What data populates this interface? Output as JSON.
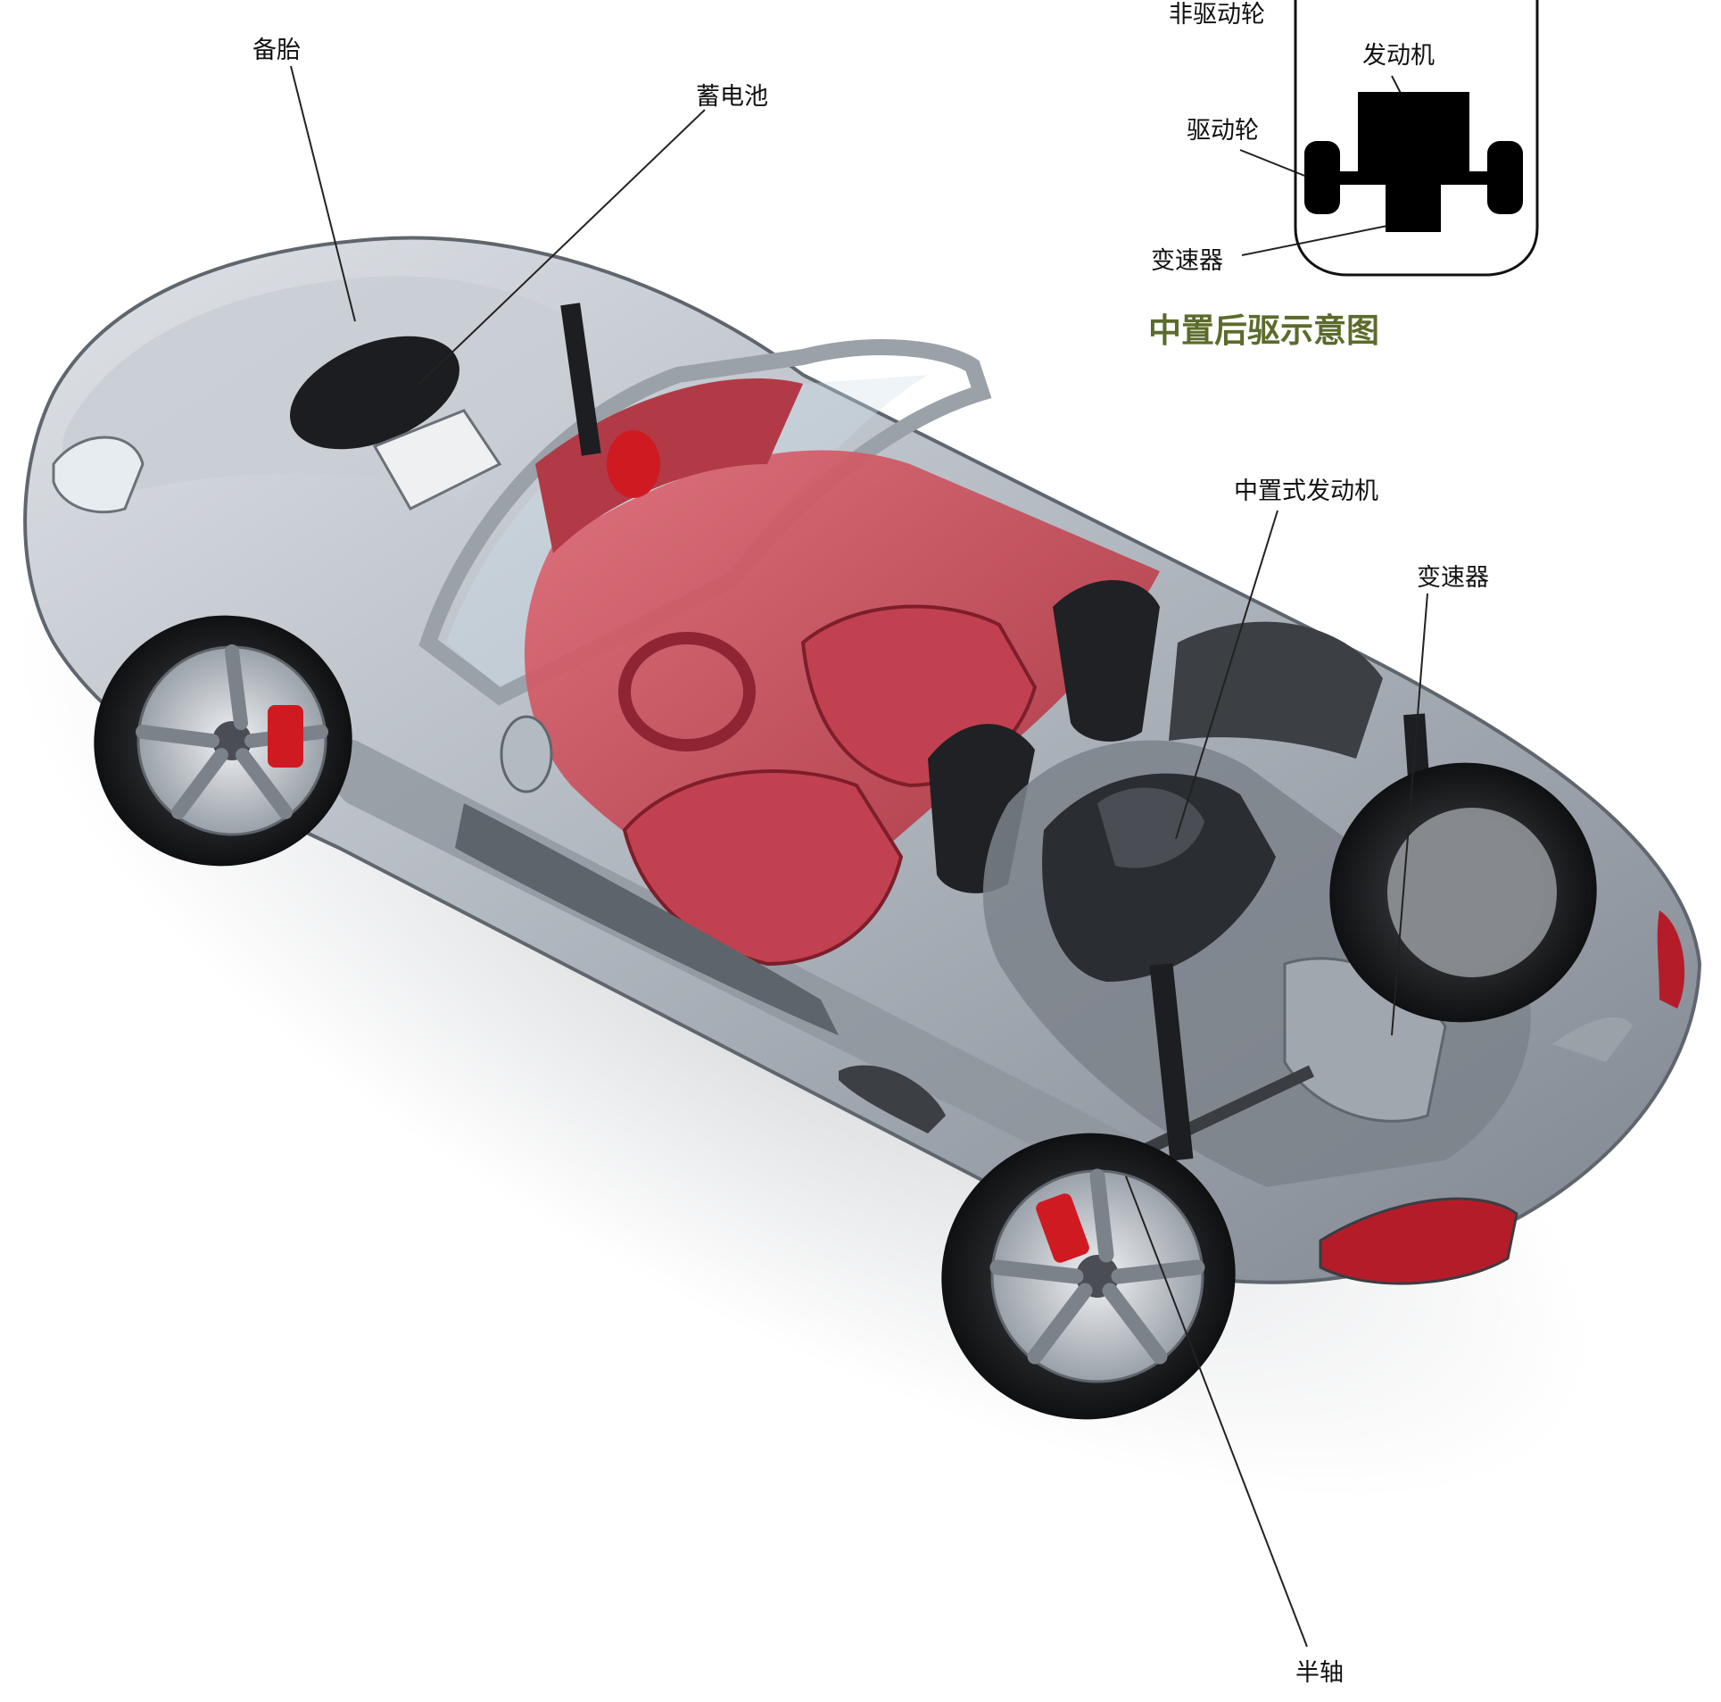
{
  "labels": {
    "spare_tire": "备胎",
    "battery": "蓄电池",
    "mid_engine": "中置式发动机",
    "transmission": "变速器",
    "half_shaft": "半轴"
  },
  "schematic": {
    "non_drive_wheel": "非驱动轮",
    "engine": "发动机",
    "drive_wheel": "驱动轮",
    "transmission": "变速器",
    "title": "中置后驱示意图"
  },
  "colors": {
    "schematic_title": "#5b6b2c",
    "body_silver": "#b4bac2",
    "interior_red": "#c94452",
    "brake_caliper": "#d01a22"
  }
}
